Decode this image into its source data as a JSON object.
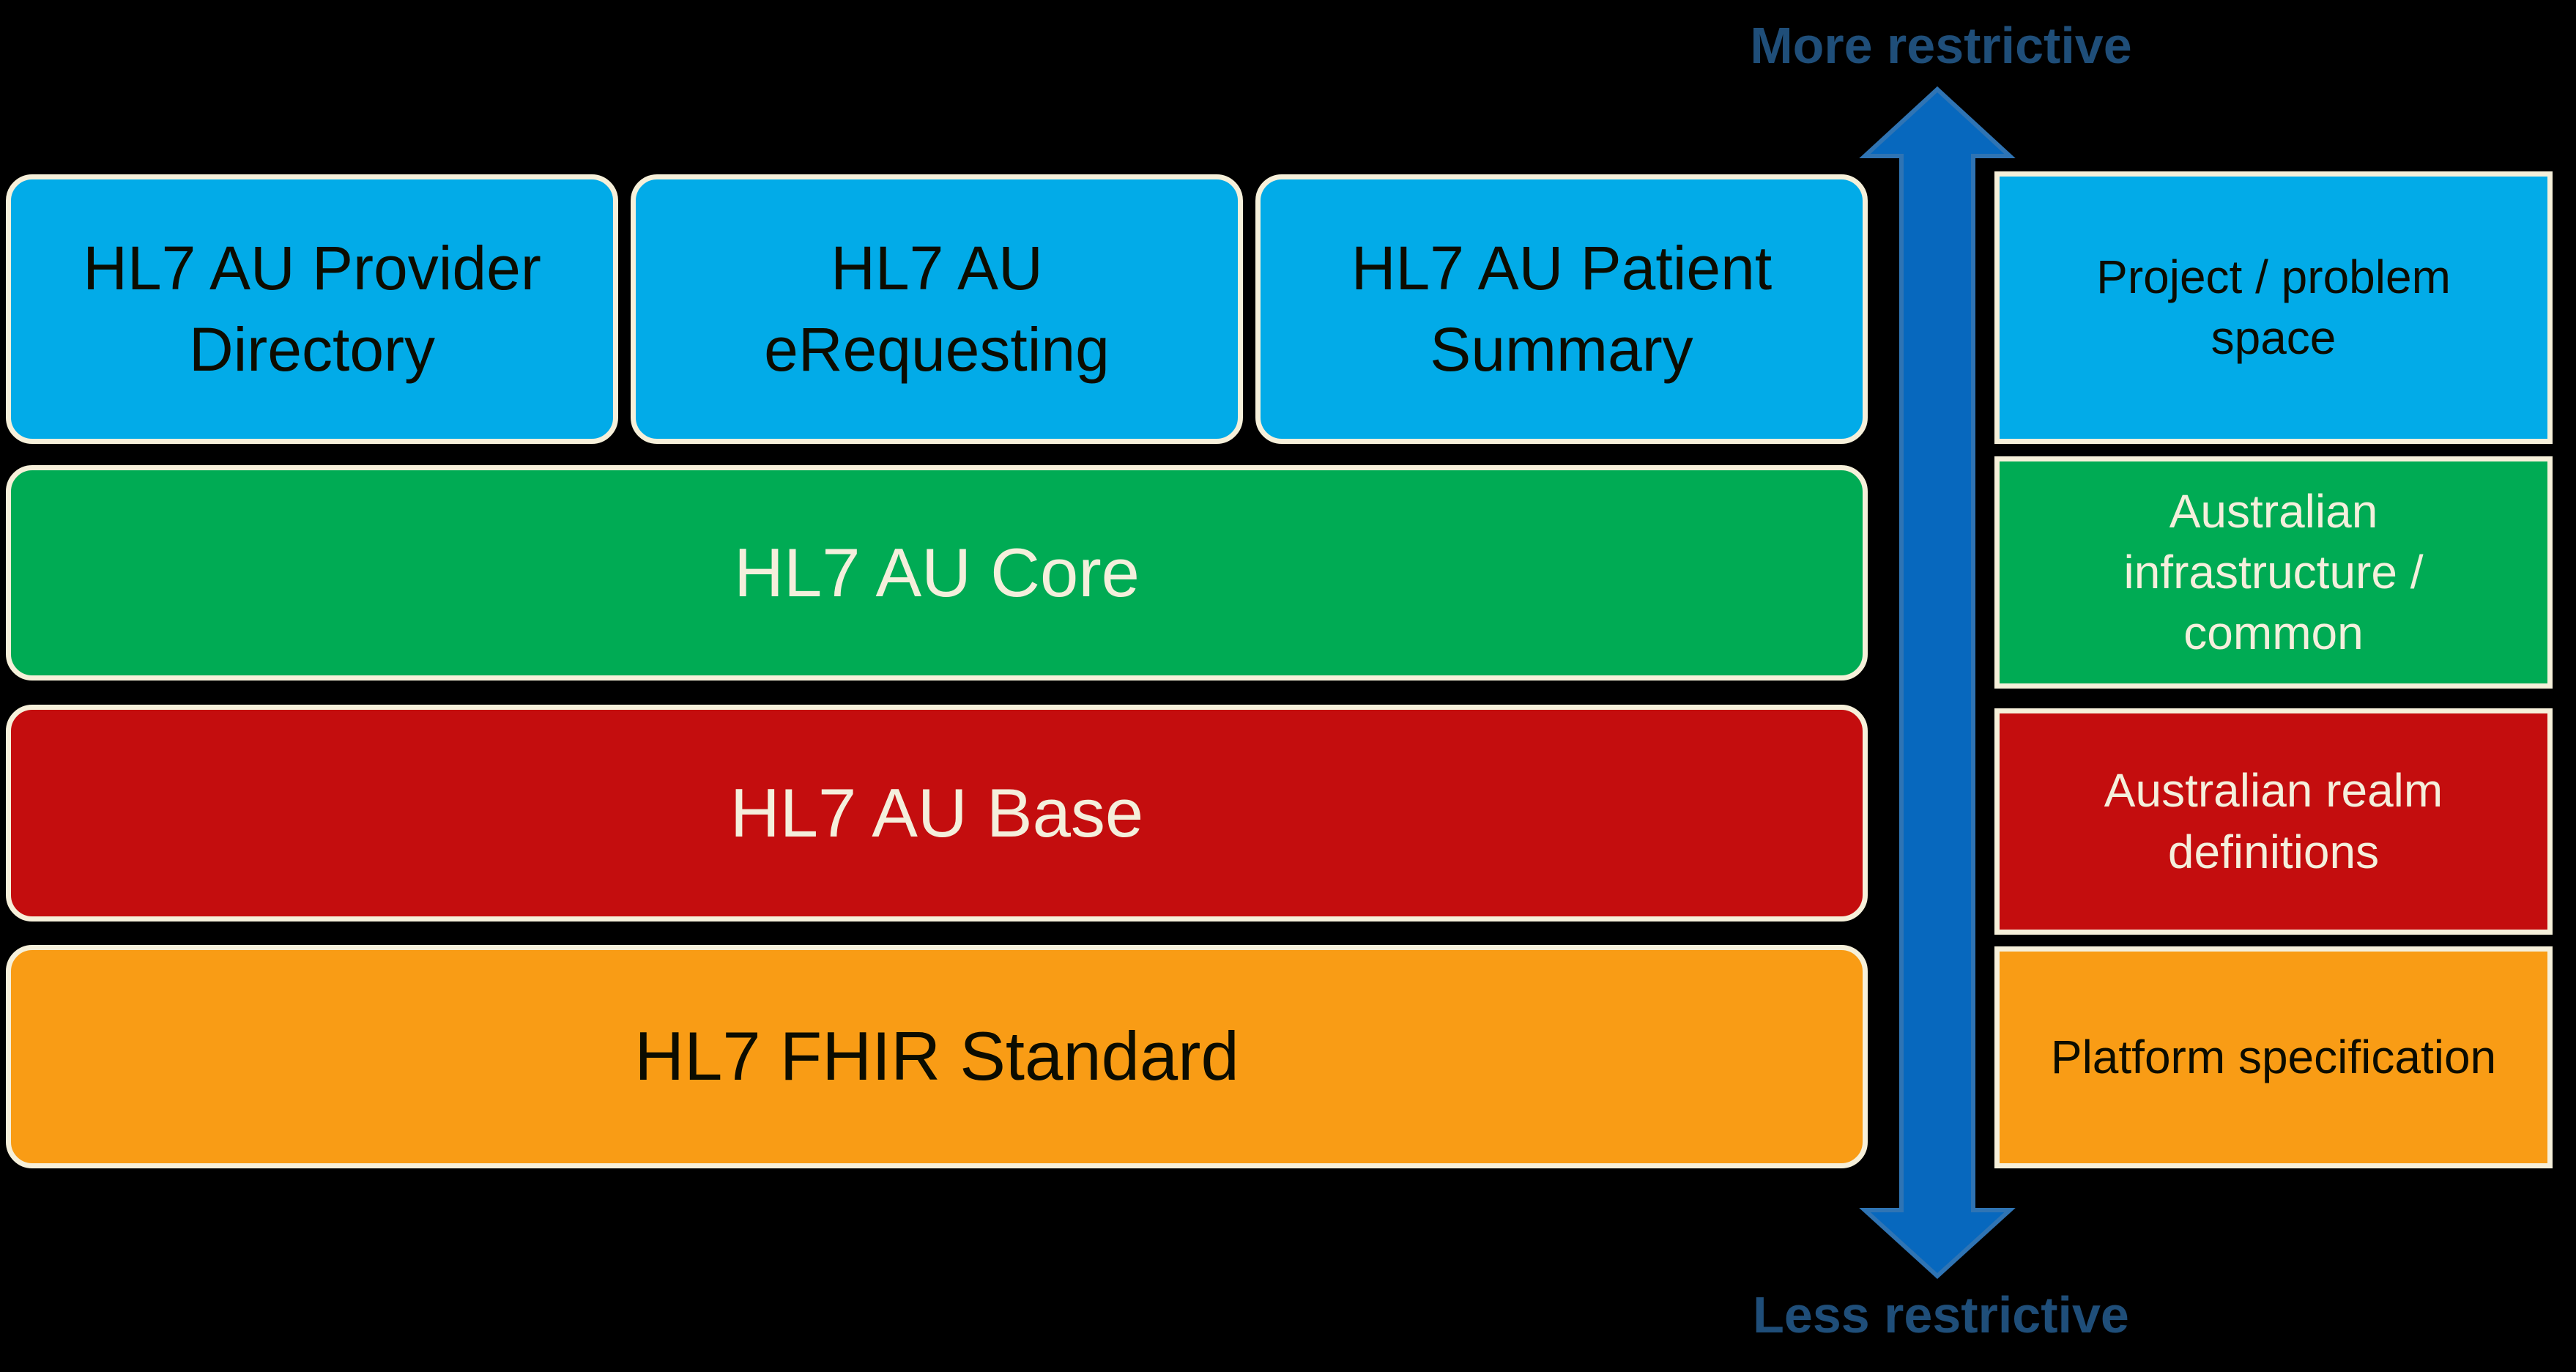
{
  "diagram": {
    "axis": {
      "top_label": "More restrictive",
      "bottom_label": "Less restrictive",
      "arrow_icon": "vertical-double-headed-arrow"
    },
    "stack": {
      "row1": [
        {
          "label": "HL7 AU Provider\nDirectory",
          "color": "#02ABE8"
        },
        {
          "label": "HL7 AU\neRequesting",
          "color": "#02ABE8"
        },
        {
          "label": "HL7 AU Patient\nSummary",
          "color": "#02ABE8"
        }
      ],
      "row2": {
        "label": "HL7 AU Core",
        "color": "#00AB54"
      },
      "row3": {
        "label": "HL7 AU Base",
        "color": "#C40D0E"
      },
      "row4": {
        "label": "HL7 FHIR Standard",
        "color": "#F99C15"
      }
    },
    "legend": [
      {
        "label": "Project / problem\nspace",
        "color": "#02ABE8"
      },
      {
        "label": "Australian\ninfrastructure /\ncommon",
        "color": "#00AB54"
      },
      {
        "label": "Australian realm\ndefinitions",
        "color": "#C40D0E"
      },
      {
        "label": "Platform specification",
        "color": "#F99C15"
      }
    ],
    "colors": {
      "background": "#000000",
      "box_border_cream": "#F6F0DA",
      "arrow_fill": "#0768BE",
      "arrow_stroke": "#2F74B4",
      "axis_label_blue": "#1F4E79",
      "text_dark": "#0C0C00",
      "text_cream": "#F4EFDC"
    }
  }
}
